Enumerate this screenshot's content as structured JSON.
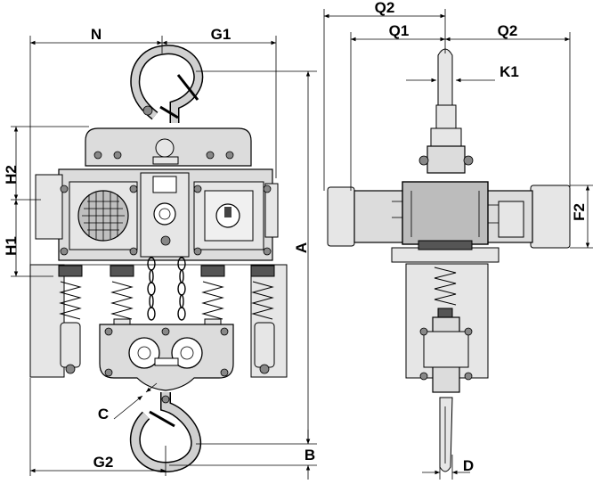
{
  "labels": {
    "n": "N",
    "g1": "G1",
    "q2_top": "Q2",
    "q1": "Q1",
    "q2_right": "Q2",
    "k1": "K1",
    "h2": "H2",
    "h1": "H1",
    "a": "A",
    "f2": "F2",
    "c": "C",
    "g2": "G2",
    "b": "B",
    "d": "D"
  }
}
